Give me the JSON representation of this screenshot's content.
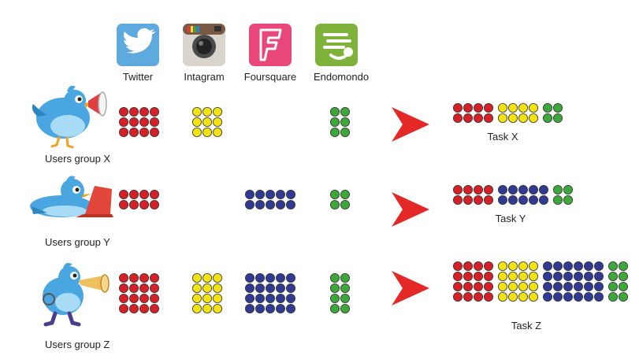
{
  "services": [
    {
      "key": "twitter",
      "label": "Twitter",
      "icon": "twitter-bird-icon",
      "color": "#5ea9dd"
    },
    {
      "key": "instagram",
      "label": "Intagram",
      "icon": "instagram-camera-icon",
      "color": "#d9d4cc"
    },
    {
      "key": "foursquare",
      "label": "Foursquare",
      "icon": "foursquare-f-icon",
      "color": "#e9477a"
    },
    {
      "key": "endomondo",
      "label": "Endomondo",
      "icon": "endomondo-runner-icon",
      "color": "#7fb23a"
    }
  ],
  "dot_colors": {
    "red": "#d61f26",
    "yellow": "#f2e20f",
    "blue": "#303a92",
    "green": "#3da73a"
  },
  "arrow_color": "#e42727",
  "groups": [
    {
      "label": "Users group X",
      "avatar": "twitter-bird-megaphone-icon",
      "task": "Task X",
      "dots": {
        "twitter": [
          3,
          4
        ],
        "instagram": [
          3,
          3
        ],
        "foursquare": [
          0,
          0
        ],
        "endomondo": [
          3,
          2
        ]
      },
      "task_rows": [
        [
          [
            "red",
            4
          ],
          [
            "yellow",
            4
          ],
          [
            "green",
            2
          ]
        ],
        [
          [
            "red",
            4
          ],
          [
            "yellow",
            4
          ],
          [
            "green",
            2
          ]
        ]
      ]
    },
    {
      "label": "Users group Y",
      "avatar": "twitter-bird-laptop-icon",
      "task": "Task Y",
      "dots": {
        "twitter": [
          2,
          4
        ],
        "instagram": [
          0,
          0
        ],
        "foursquare": [
          2,
          5
        ],
        "endomondo": [
          2,
          2
        ]
      },
      "task_rows": [
        [
          [
            "red",
            4
          ],
          [
            "blue",
            5
          ],
          [
            "green",
            2
          ]
        ],
        [
          [
            "red",
            4
          ],
          [
            "blue",
            5
          ],
          [
            "green",
            2
          ]
        ]
      ]
    },
    {
      "label": "Users group Z",
      "avatar": "twitter-bird-horn-icon",
      "task": "Task Z",
      "dots": {
        "twitter": [
          4,
          4
        ],
        "instagram": [
          4,
          3
        ],
        "foursquare": [
          4,
          5
        ],
        "endomondo": [
          4,
          2
        ]
      },
      "task_rows": [
        [
          [
            "red",
            4
          ],
          [
            "yellow",
            4
          ],
          [
            "blue",
            6
          ],
          [
            "green",
            2
          ]
        ],
        [
          [
            "red",
            4
          ],
          [
            "yellow",
            4
          ],
          [
            "blue",
            6
          ],
          [
            "green",
            2
          ]
        ],
        [
          [
            "red",
            4
          ],
          [
            "yellow",
            4
          ],
          [
            "blue",
            6
          ],
          [
            "green",
            2
          ]
        ],
        [
          [
            "red",
            4
          ],
          [
            "yellow",
            4
          ],
          [
            "blue",
            6
          ],
          [
            "green",
            2
          ]
        ]
      ]
    }
  ]
}
